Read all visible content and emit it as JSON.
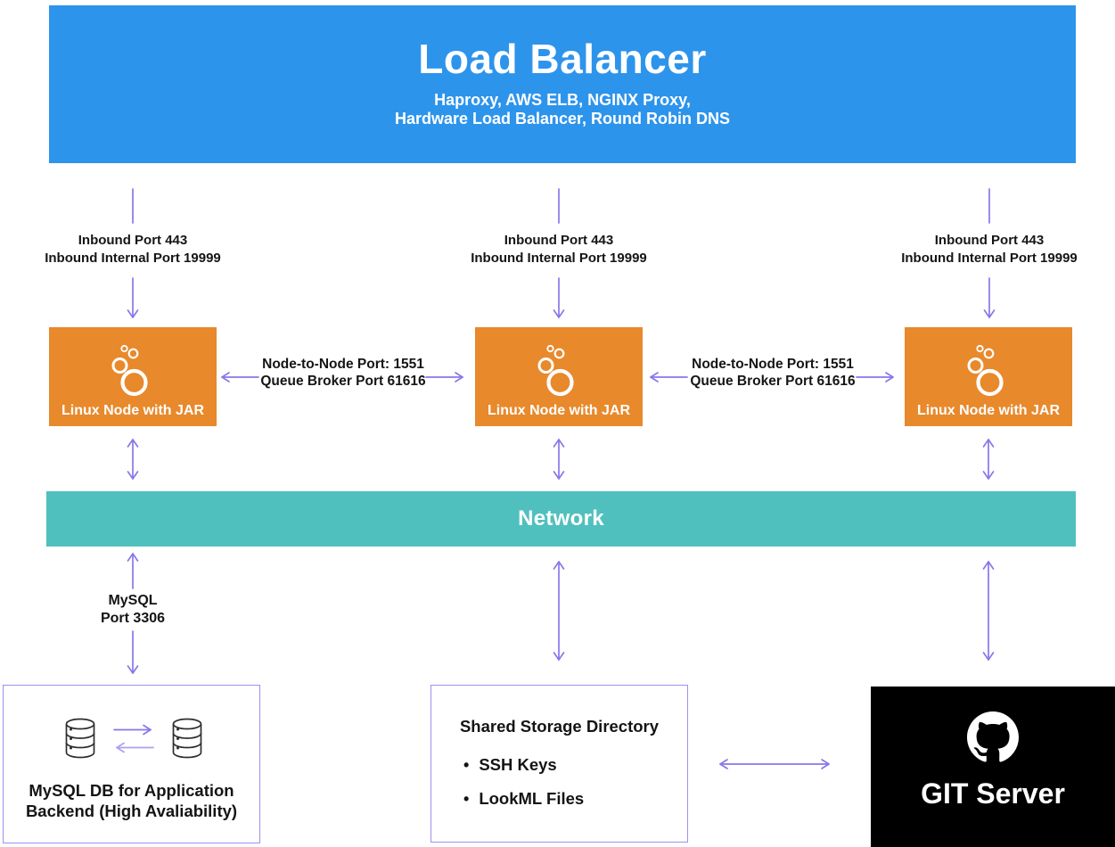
{
  "load_balancer": {
    "title": "Load Balancer",
    "subtitle_line1": "Haproxy, AWS ELB, NGINX Proxy,",
    "subtitle_line2": "Hardware Load Balancer, Round Robin DNS"
  },
  "inbound_label": {
    "line1": "Inbound Port 443",
    "line2": "Inbound Internal Port 19999"
  },
  "node_link_label": {
    "line1": "Node-to-Node Port: 1551",
    "line2": "Queue Broker Port 61616"
  },
  "linux_node_label": "Linux Node with JAR",
  "network_label": "Network",
  "mysql_link_label": {
    "line1": "MySQL",
    "line2": "Port 3306"
  },
  "mysql_db_label": {
    "line1": "MySQL DB for Application",
    "line2": "Backend (High Avaliability)"
  },
  "shared_storage": {
    "title": "Shared Storage Directory",
    "bullet": "•",
    "items": [
      "SSH Keys",
      "LookML Files"
    ]
  },
  "git_server": {
    "label": "GIT Server"
  },
  "colors": {
    "load_balancer_blue": "#2D94EC",
    "node_orange": "#E8892C",
    "network_teal": "#50C0BF",
    "arrow_purple": "#8678E9",
    "arrow_light_purple": "#ABA2F2",
    "box_border_purple": "#9D90F0",
    "git_server_black": "#000000"
  }
}
